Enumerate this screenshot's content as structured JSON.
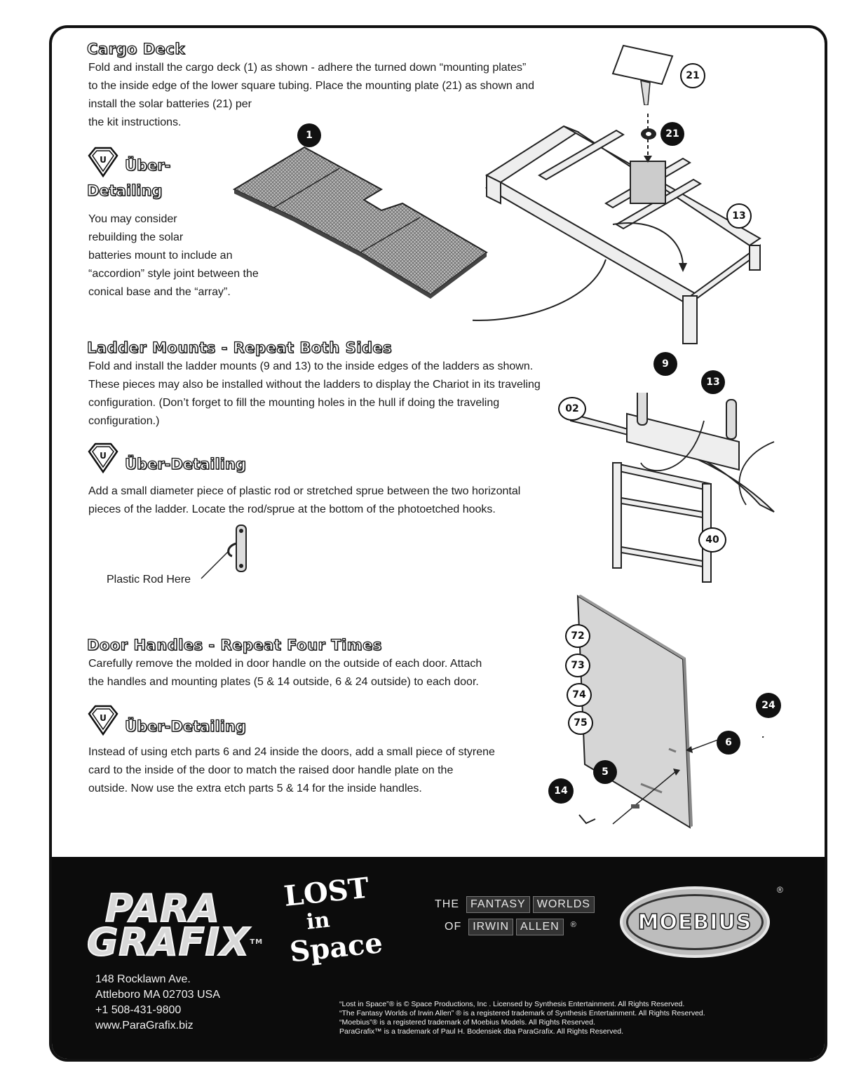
{
  "cargo": {
    "heading": "Cargo Deck",
    "lines": [
      "Fold and install the cargo deck (1) as shown - adhere the turned down “mounting plates”",
      "to the inside edge of the lower square tubing. Place the mounting plate (21) as shown and",
      "install the solar batteries (21) per",
      "the kit instructions."
    ],
    "uber_label_1": "Über-",
    "uber_label_2": "Detailing",
    "uber_lines": [
      "You may consider",
      "rebuilding the solar",
      "batteries mount to include an",
      "“accordion” style joint between the",
      "conical base and the “array”."
    ],
    "parts": [
      "1",
      "21",
      "21",
      "13"
    ]
  },
  "ladder": {
    "heading": "Ladder Mounts - Repeat Both Sides",
    "lines": [
      "Fold and install the ladder mounts (9 and 13) to the inside edges of the ladders as shown.",
      "These pieces may also be installed without the ladders to display the Chariot in its traveling",
      "configuration. (Don’t forget to fill the mounting holes in the hull if doing the traveling",
      "configuration.)"
    ],
    "uber_label": "Über-Detailing",
    "uber_lines": [
      "Add a small diameter piece of plastic rod or stretched sprue between the two horizontal",
      "pieces of the ladder. Locate the rod/sprue at the bottom of the photoetched hooks."
    ],
    "caption": "Plastic Rod Here",
    "parts": [
      "9",
      "13",
      "02",
      "40"
    ]
  },
  "door": {
    "heading": "Door Handles - Repeat Four Times",
    "lines": [
      "Carefully remove the molded in door handle on the outside of each door. Attach",
      "the handles and mounting plates (5 & 14 outside, 6 & 24 outside) to each door."
    ],
    "uber_label": "Über-Detailing",
    "uber_lines": [
      "Instead of using etch parts 6 and 24 inside the doors, add a small piece of styrene",
      "card to the inside of the door to match the raised door handle plate on the",
      "outside. Now use the extra etch parts 5 & 14 for the inside handles."
    ],
    "parts": [
      "72",
      "73",
      "74",
      "75",
      "24",
      "6",
      "5",
      "14"
    ]
  },
  "footer": {
    "paragrafix_1": "PARA",
    "paragrafix_2": "GRAFIX",
    "paragrafix_tm": "TM",
    "lis_1": "LOST",
    "lis_2": "in",
    "lis_3": "Space",
    "fw_1": "THE",
    "fw_2": "FANTASY",
    "fw_3": "WORLDS",
    "fw_4": "OF",
    "fw_5": "IRWIN",
    "fw_6": "ALLEN",
    "fw_reg": "®",
    "moebius": "MOEBIUS",
    "moebius_reg": "®",
    "address": [
      "148 Rocklawn Ave.",
      "Attleboro  MA  02703  USA",
      "+1 508-431-9800",
      "www.ParaGrafix.biz"
    ],
    "legal": [
      "“Lost in Space”® is © Space Productions, Inc . Licensed by Synthesis Entertainment. All Rights Reserved.",
      "“The Fantasy Worlds of Irwin Allen” ® is a registered trademark of Synthesis Entertainment. All Rights Reserved.",
      "“Moebius”® is a registered trademark of Moebius Models. All Rights Reserved.",
      "ParaGrafix™ is a trademark of Paul H. Bodensiek dba ParaGrafix. All Rights Reserved."
    ]
  }
}
